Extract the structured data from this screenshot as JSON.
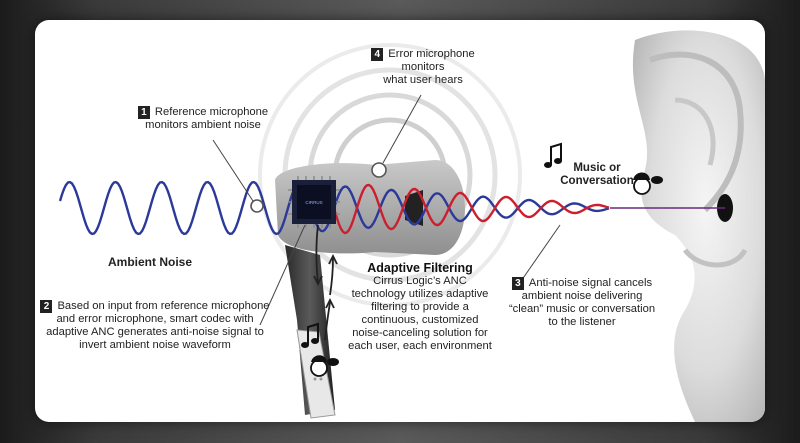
{
  "steps": {
    "s1": {
      "num": "1",
      "line1": "Reference microphone",
      "line2": "monitors ambient noise"
    },
    "s2": {
      "num": "2",
      "line1": "Based on input from reference microphone",
      "line2": "and error microphone, smart codec with",
      "line3": "adaptive ANC generates anti-noise signal to",
      "line4": "invert ambient noise waveform"
    },
    "s3": {
      "num": "3",
      "line1": "Anti-noise signal cancels",
      "line2": "ambient noise delivering",
      "line3": "“clean” music or conversation",
      "line4": "to the listener"
    },
    "s4": {
      "num": "4",
      "line1": "Error microphone monitors",
      "line2": "what user hears"
    }
  },
  "labels": {
    "ambient_noise": "Ambient Noise",
    "music_line1": "Music or",
    "music_line2": "Conversation"
  },
  "adaptive": {
    "title": "Adaptive Filtering",
    "line1": "Cirrus Logic’s ANC",
    "line2": "technology utilizes adaptive",
    "line3": "filtering to provide a",
    "line4": "continuous, customized",
    "line5": "noise-canceling solution for",
    "line6": "each user, each environment"
  },
  "colors": {
    "noise_wave": "#2b3a9a",
    "anti_noise_wave": "#cc1f2e",
    "text": "#222222"
  },
  "icons": [
    "music-note-icon",
    "person-speaking-icon",
    "ear-icon",
    "earbud-icon",
    "chip-icon",
    "microphone-icon"
  ]
}
